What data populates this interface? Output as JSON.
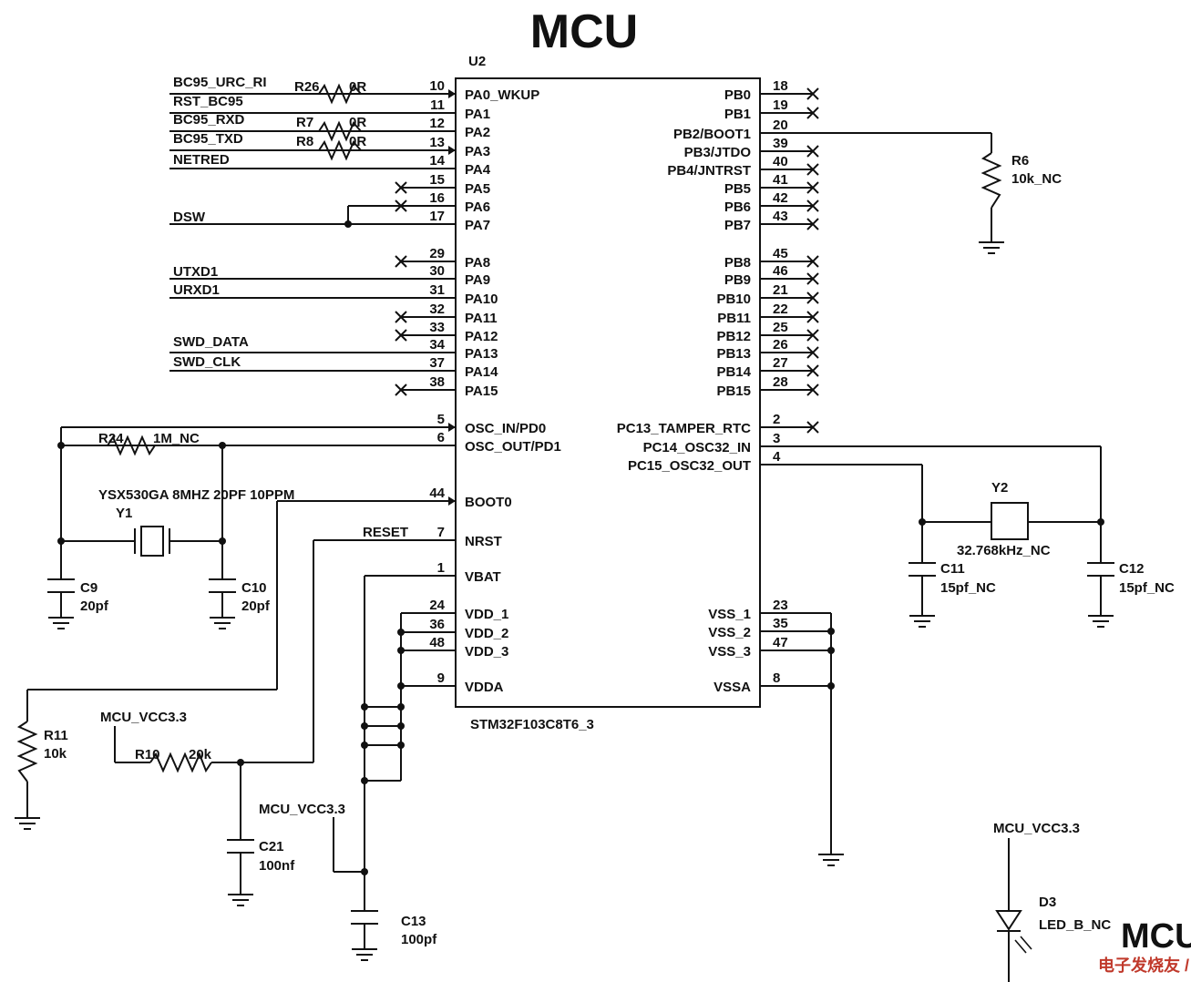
{
  "title": "MCU",
  "chip": {
    "ref": "U2",
    "part": "STM32F103C8T6_3",
    "left_pins": [
      {
        "num": "10",
        "name": "PA0_WKUP"
      },
      {
        "num": "11",
        "name": "PA1"
      },
      {
        "num": "12",
        "name": "PA2"
      },
      {
        "num": "13",
        "name": "PA3"
      },
      {
        "num": "14",
        "name": "PA4"
      },
      {
        "num": "15",
        "name": "PA5"
      },
      {
        "num": "16",
        "name": "PA6"
      },
      {
        "num": "17",
        "name": "PA7"
      },
      {
        "num": "29",
        "name": "PA8"
      },
      {
        "num": "30",
        "name": "PA9"
      },
      {
        "num": "31",
        "name": "PA10"
      },
      {
        "num": "32",
        "name": "PA11"
      },
      {
        "num": "33",
        "name": "PA12"
      },
      {
        "num": "34",
        "name": "PA13"
      },
      {
        "num": "37",
        "name": "PA14"
      },
      {
        "num": "38",
        "name": "PA15"
      },
      {
        "num": "5",
        "name": "OSC_IN/PD0"
      },
      {
        "num": "6",
        "name": "OSC_OUT/PD1"
      },
      {
        "num": "44",
        "name": "BOOT0"
      },
      {
        "num": "7",
        "name": "NRST"
      },
      {
        "num": "1",
        "name": "VBAT"
      },
      {
        "num": "24",
        "name": "VDD_1"
      },
      {
        "num": "36",
        "name": "VDD_2"
      },
      {
        "num": "48",
        "name": "VDD_3"
      },
      {
        "num": "9",
        "name": "VDDA"
      }
    ],
    "right_pins": [
      {
        "num": "18",
        "name": "PB0"
      },
      {
        "num": "19",
        "name": "PB1"
      },
      {
        "num": "20",
        "name": "PB2/BOOT1"
      },
      {
        "num": "39",
        "name": "PB3/JTDO"
      },
      {
        "num": "40",
        "name": "PB4/JNTRST"
      },
      {
        "num": "41",
        "name": "PB5"
      },
      {
        "num": "42",
        "name": "PB6"
      },
      {
        "num": "43",
        "name": "PB7"
      },
      {
        "num": "45",
        "name": "PB8"
      },
      {
        "num": "46",
        "name": "PB9"
      },
      {
        "num": "21",
        "name": "PB10"
      },
      {
        "num": "22",
        "name": "PB11"
      },
      {
        "num": "25",
        "name": "PB12"
      },
      {
        "num": "26",
        "name": "PB13"
      },
      {
        "num": "27",
        "name": "PB14"
      },
      {
        "num": "28",
        "name": "PB15"
      },
      {
        "num": "2",
        "name": "PC13_TAMPER_RTC"
      },
      {
        "num": "3",
        "name": "PC14_OSC32_IN"
      },
      {
        "num": "4",
        "name": "PC15_OSC32_OUT"
      },
      {
        "num": "23",
        "name": "VSS_1"
      },
      {
        "num": "35",
        "name": "VSS_2"
      },
      {
        "num": "47",
        "name": "VSS_3"
      },
      {
        "num": "8",
        "name": "VSSA"
      }
    ]
  },
  "nets": {
    "bc95_urc_ri": "BC95_URC_RI",
    "rst_bc95": "RST_BC95",
    "bc95_rxd": "BC95_RXD",
    "bc95_txd": "BC95_TXD",
    "netred": "NETRED",
    "dsw": "DSW",
    "utxd1": "UTXD1",
    "urxd1": "URXD1",
    "swd_data": "SWD_DATA",
    "swd_clk": "SWD_CLK",
    "reset": "RESET",
    "mcu_vcc_1": "MCU_VCC3.3",
    "mcu_vcc_2": "MCU_VCC3.3",
    "mcu_vcc_3": "MCU_VCC3.3"
  },
  "components": {
    "r26": {
      "ref": "R26",
      "value": "0R"
    },
    "r7": {
      "ref": "R7",
      "value": "0R"
    },
    "r8": {
      "ref": "R8",
      "value": "0R"
    },
    "r6": {
      "ref": "R6",
      "value": "10k_NC"
    },
    "r24": {
      "ref": "R24",
      "value": "1M_NC"
    },
    "y1": {
      "ref": "Y1",
      "value": "YSX530GA 8MHZ 20PF 10PPM"
    },
    "c9": {
      "ref": "C9",
      "value": "20pf"
    },
    "c10": {
      "ref": "C10",
      "value": "20pf"
    },
    "y2": {
      "ref": "Y2",
      "value": "32.768kHz_NC"
    },
    "c11": {
      "ref": "C11",
      "value": "15pf_NC"
    },
    "c12": {
      "ref": "C12",
      "value": "15pf_NC"
    },
    "r11": {
      "ref": "R11",
      "value": "10k"
    },
    "r10": {
      "ref": "R10",
      "value": "20k"
    },
    "c21": {
      "ref": "C21",
      "value": "100nf"
    },
    "c13": {
      "ref": "C13",
      "value": "100pf"
    },
    "d3": {
      "ref": "D3",
      "value": "LED_B_NC"
    }
  },
  "edge_fragment": "MCU",
  "watermark": "电子发烧友 / 鼎达信"
}
